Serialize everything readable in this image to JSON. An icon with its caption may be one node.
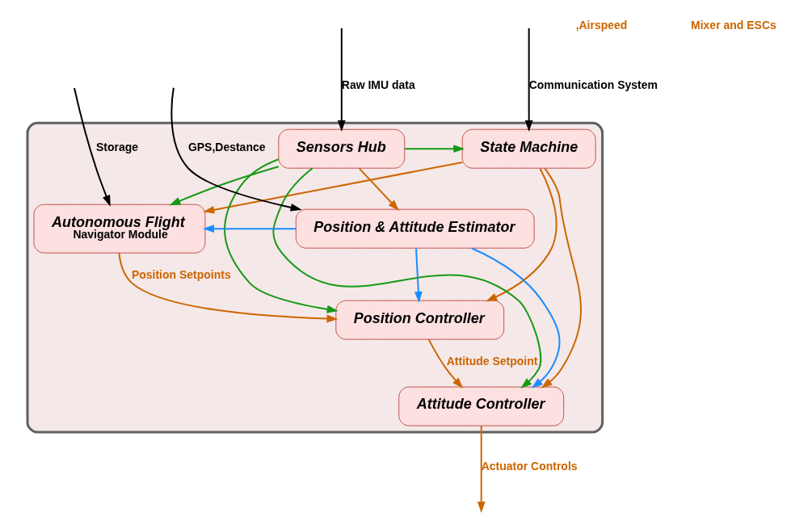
{
  "diagram": {
    "nodes": [
      {
        "text": [],
        "shape": "box"
      },
      {
        "text": [
          "State Machine"
        ],
        "in": 0
      },
      {
        "text": [
          "Autonomous Flight",
          "Navigator Module"
        ],
        "in": 0
      },
      {
        "text": [
          "Position Controller"
        ],
        "in": 0
      },
      {
        "text": [
          "Attitude Controller"
        ],
        "in": 0
      },
      {
        "text": [
          "Sensors Hub"
        ],
        "in": 0
      },
      {
        "text": [
          "Position & Attitude Estimator"
        ],
        "in": 0
      }
    ],
    "edges": [
      {
        "from": null,
        "to": 1,
        "arrow": "to",
        "label": "Communication System",
        "color": "#000000"
      },
      {
        "from": null,
        "to": 2,
        "arrow": "to",
        "label": "Storage",
        "color": "#000000"
      },
      {
        "from": null,
        "to": 5,
        "arrow": "to",
        "label": "Raw IMU data",
        "color": "#000000"
      },
      {
        "from": null,
        "to": 6,
        "arrow": "to",
        "label": "GPS,Destance",
        "color": "#000000"
      },
      {
        "from": 1,
        "to": 2,
        "arrow": "to"
      },
      {
        "from": 1,
        "to": 3,
        "arrow": "to"
      },
      {
        "from": 1,
        "to": 4,
        "arrow": "to"
      },
      {
        "from": 2,
        "to": 3,
        "arrow": "to",
        "label": "Position Setpoints"
      },
      {
        "from": 3,
        "to": 4,
        "arrow": "to",
        "label": "Attitude Setpoint"
      },
      {
        "from": 4,
        "to": null,
        "arrow": "to",
        "label": "Actuator Controls"
      },
      {
        "from": 5,
        "to": 1,
        "arrow": "to",
        "color": "#159a15"
      },
      {
        "from": 5,
        "to": 2,
        "arrow": "to",
        "color": "#159a15"
      },
      {
        "from": 5,
        "to": 3,
        "arrow": "to",
        "color": "#159a15"
      },
      {
        "from": 5,
        "to": 4,
        "arrow": "to",
        "color": "#159a15"
      },
      {
        "from": 5,
        "to": 6,
        "arrow": "to"
      },
      {
        "from": 6,
        "to": 2,
        "arrow": "to",
        "color": "#1a8cff"
      },
      {
        "from": 6,
        "to": 3,
        "arrow": "to",
        "color": "#1a8cff"
      },
      {
        "from": 6,
        "to": 4,
        "arrow": "to",
        "color": "#1a8cff"
      }
    ],
    "labels": [
      ",Airspeed",
      "Mixer and ESCs"
    ]
  }
}
